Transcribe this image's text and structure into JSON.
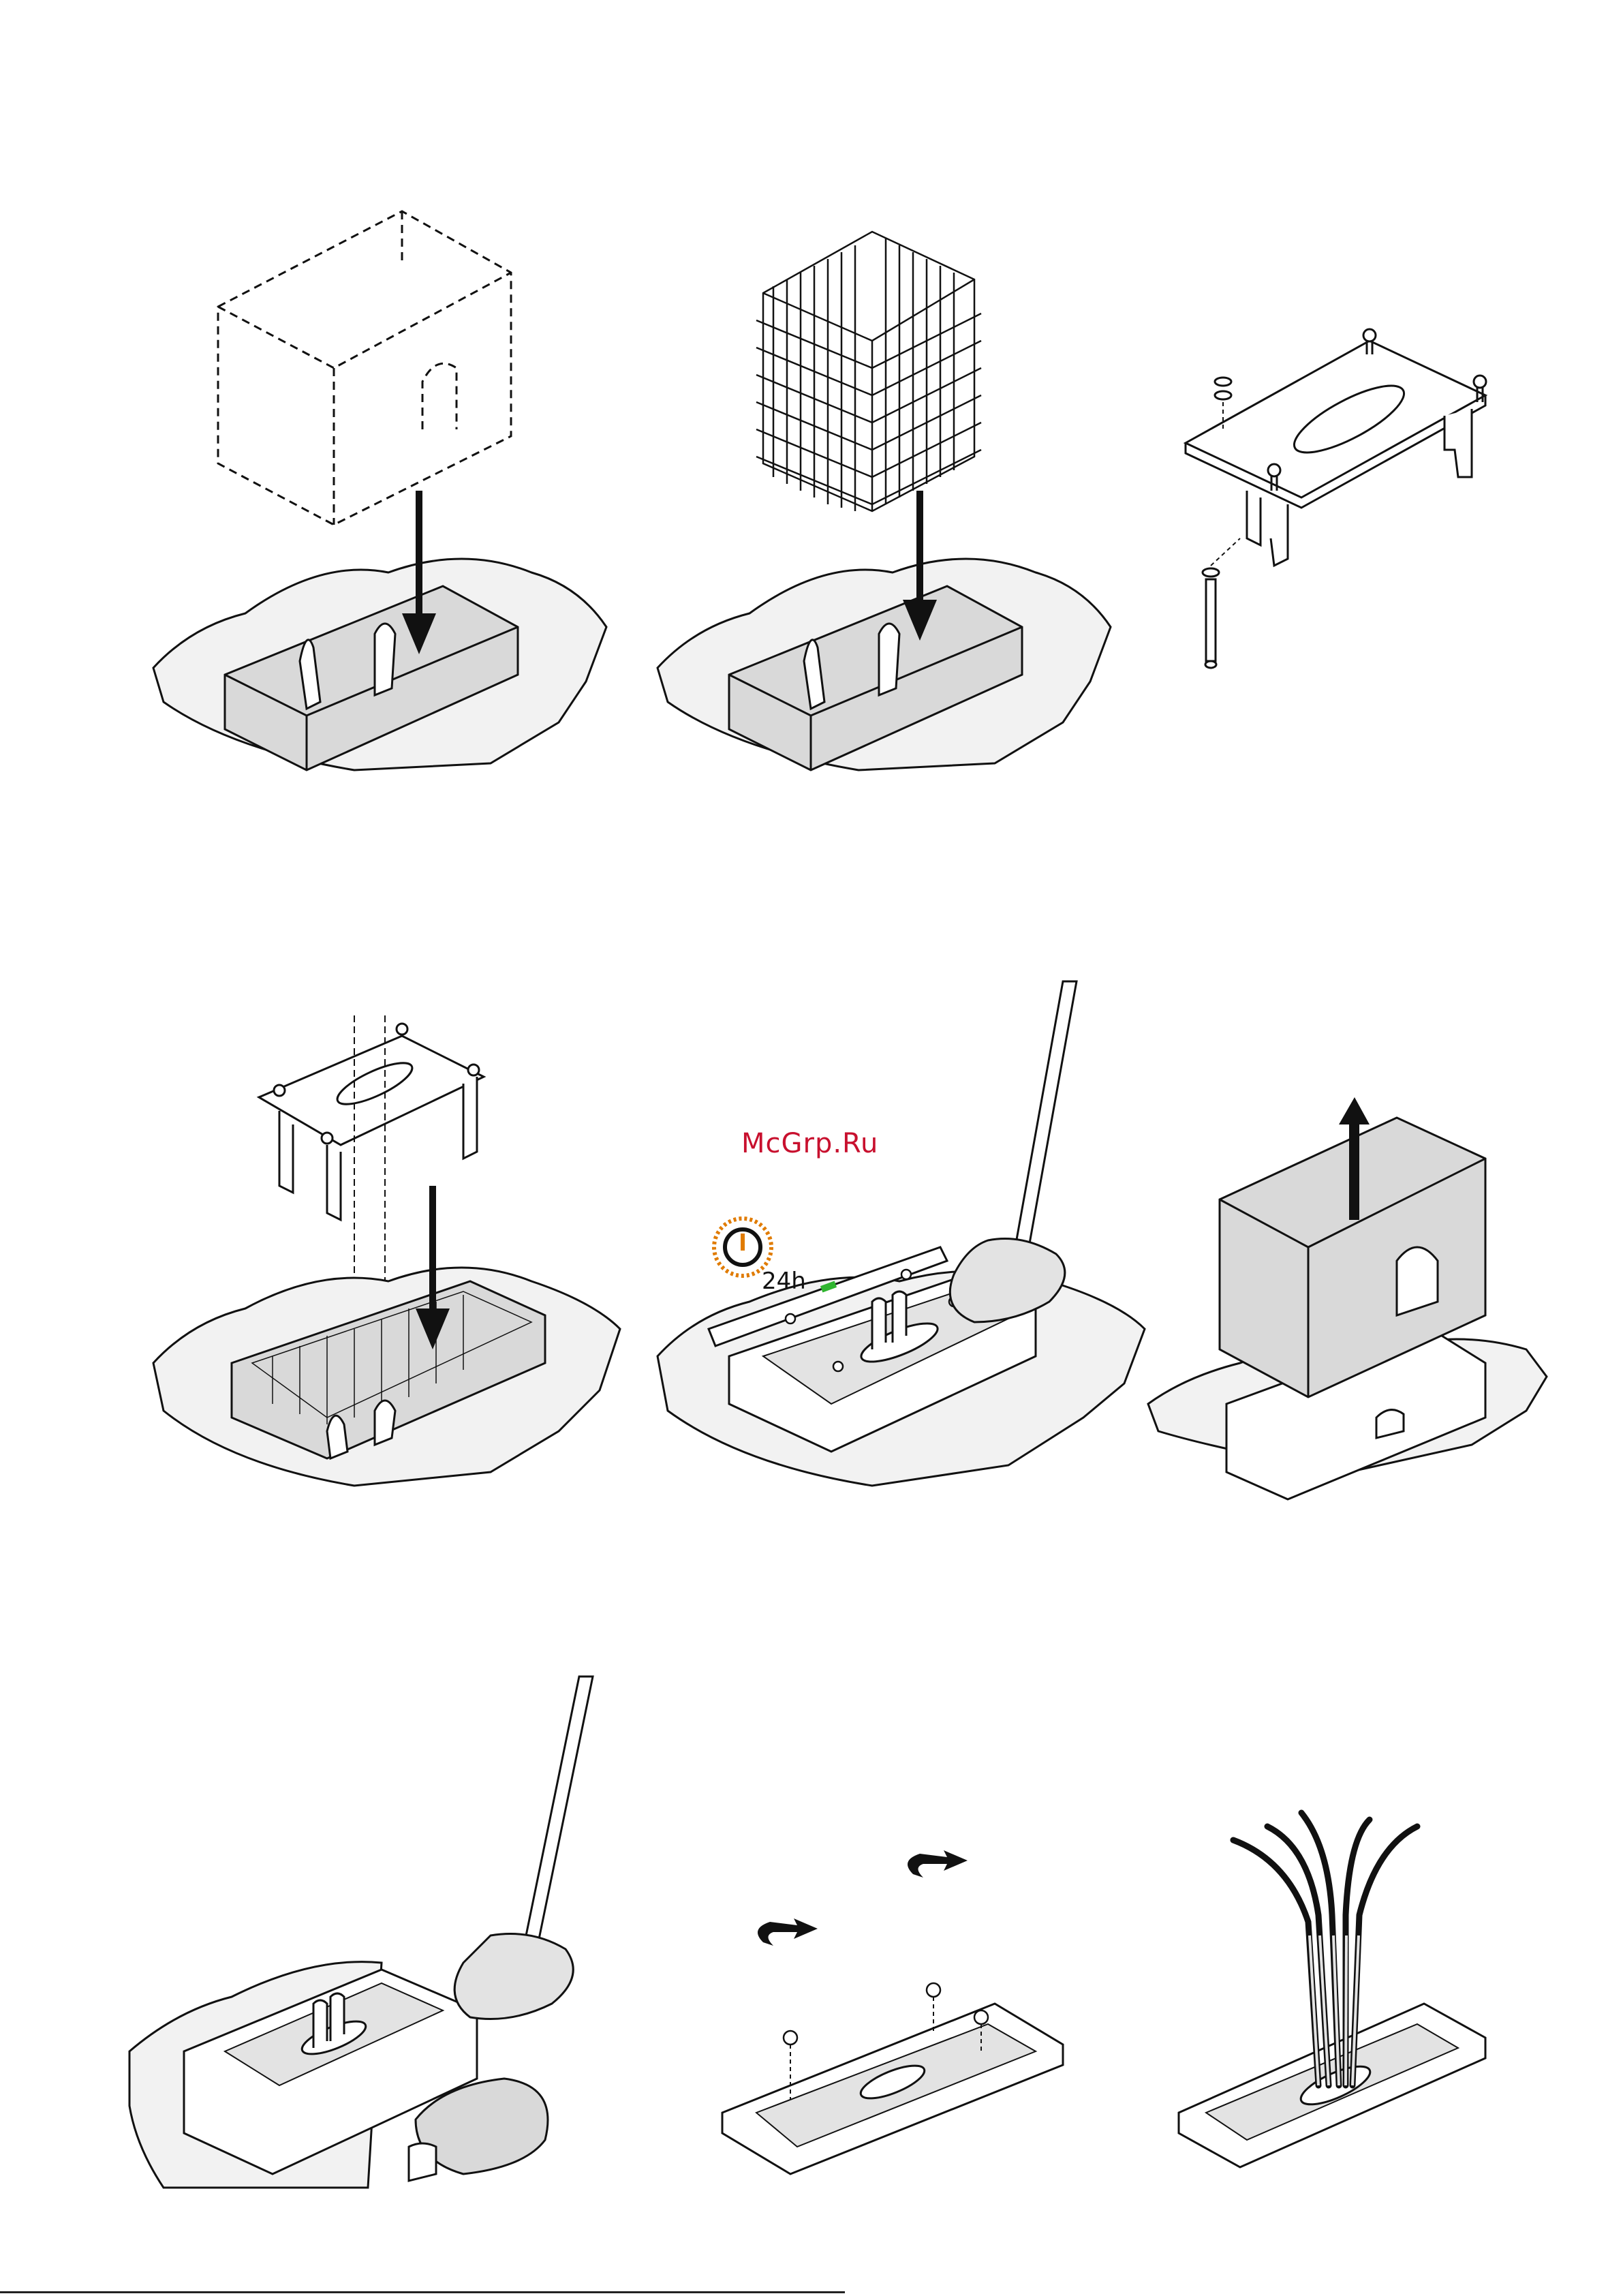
{
  "watermark": "McGrp.Ru",
  "timer": {
    "label": "24h",
    "accent_color": "#e07b00",
    "icon": "timer-24h-icon"
  },
  "colors": {
    "line": "#111111",
    "fill_gray": "#d9d9d9",
    "concrete": "#e3e3e3",
    "level_bubble": "#2fb52f"
  },
  "steps": [
    {
      "id": 1,
      "icon": "formwork-insert-icon"
    },
    {
      "id": 2,
      "icon": "rebar-cage-icon"
    },
    {
      "id": 3,
      "icon": "mounting-plate-assembly-icon"
    },
    {
      "id": 4,
      "icon": "plate-placement-icon"
    },
    {
      "id": 5,
      "icon": "pour-and-level-icon"
    },
    {
      "id": 6,
      "icon": "remove-formwork-icon"
    },
    {
      "id": 7,
      "icon": "backfill-icon"
    },
    {
      "id": 8,
      "icon": "remove-nuts-icon"
    },
    {
      "id": 9,
      "icon": "cables-through-plate-icon"
    }
  ]
}
